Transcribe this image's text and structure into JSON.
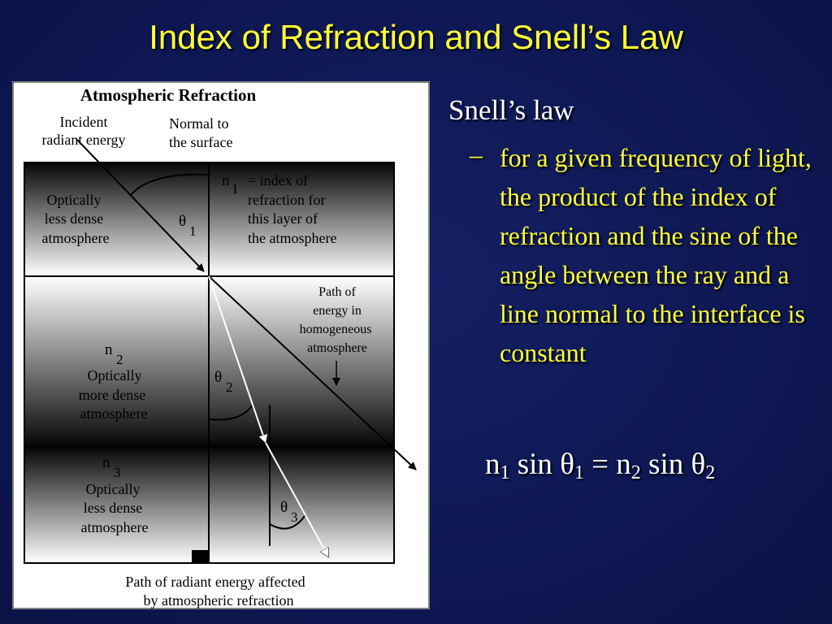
{
  "slide": {
    "title": "Index of Refraction and Snell’s Law",
    "bullet": "Snell’s law",
    "dash": "–",
    "sub_bullet": "for a given frequency of light, the product of the index of refraction and the sine of the angle between the ray and a line normal to the interface is constant",
    "equation": {
      "n": "n",
      "sin": "sin",
      "theta": "θ",
      "equals": "=",
      "sub1": "1",
      "sub2": "2"
    }
  },
  "diagram": {
    "title": "Atmospheric Refraction",
    "incident_line1": "Incident",
    "incident_line2": "radiant energy",
    "normal_line1": "Normal to",
    "normal_line2": "the surface",
    "n": "n",
    "theta": "θ",
    "sub1": "1",
    "sub2": "2",
    "sub3": "3",
    "index_def_line1": "= index of",
    "index_def_line2": "refraction for",
    "index_def_line3": "this layer of",
    "index_def_line4": "the atmosphere",
    "layer1_line1": "Optically",
    "layer1_line2": "less dense",
    "layer1_line3": "atmosphere",
    "layer2_line1": "Optically",
    "layer2_line2": "more dense",
    "layer2_line3": "atmosphere",
    "layer3_line1": "Optically",
    "layer3_line2": "less dense",
    "layer3_line3": "atmosphere",
    "path_homog_line1": "Path of",
    "path_homog_line2": "energy in",
    "path_homog_line3": "homogeneous",
    "path_homog_line4": "atmosphere",
    "bottom_line1": "Path of radiant energy affected",
    "bottom_line2": "by atmospheric refraction"
  }
}
